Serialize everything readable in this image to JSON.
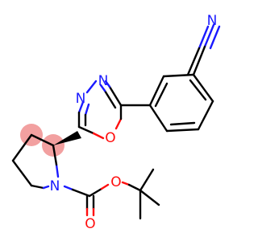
{
  "molecule": {
    "atoms": {
      "nitrile_n": "N",
      "oxadiazole_n3": "N",
      "oxadiazole_n4": "N",
      "oxadiazole_o": "O",
      "pyrrolidine_n": "N",
      "carbonyl_o": "O",
      "ester_o": "O"
    }
  },
  "colors": {
    "carbon_bond": "#000000",
    "nitrogen": "#1a1aff",
    "oxygen": "#ff0d0d",
    "stereo_highlight": "#f2a0a0"
  }
}
